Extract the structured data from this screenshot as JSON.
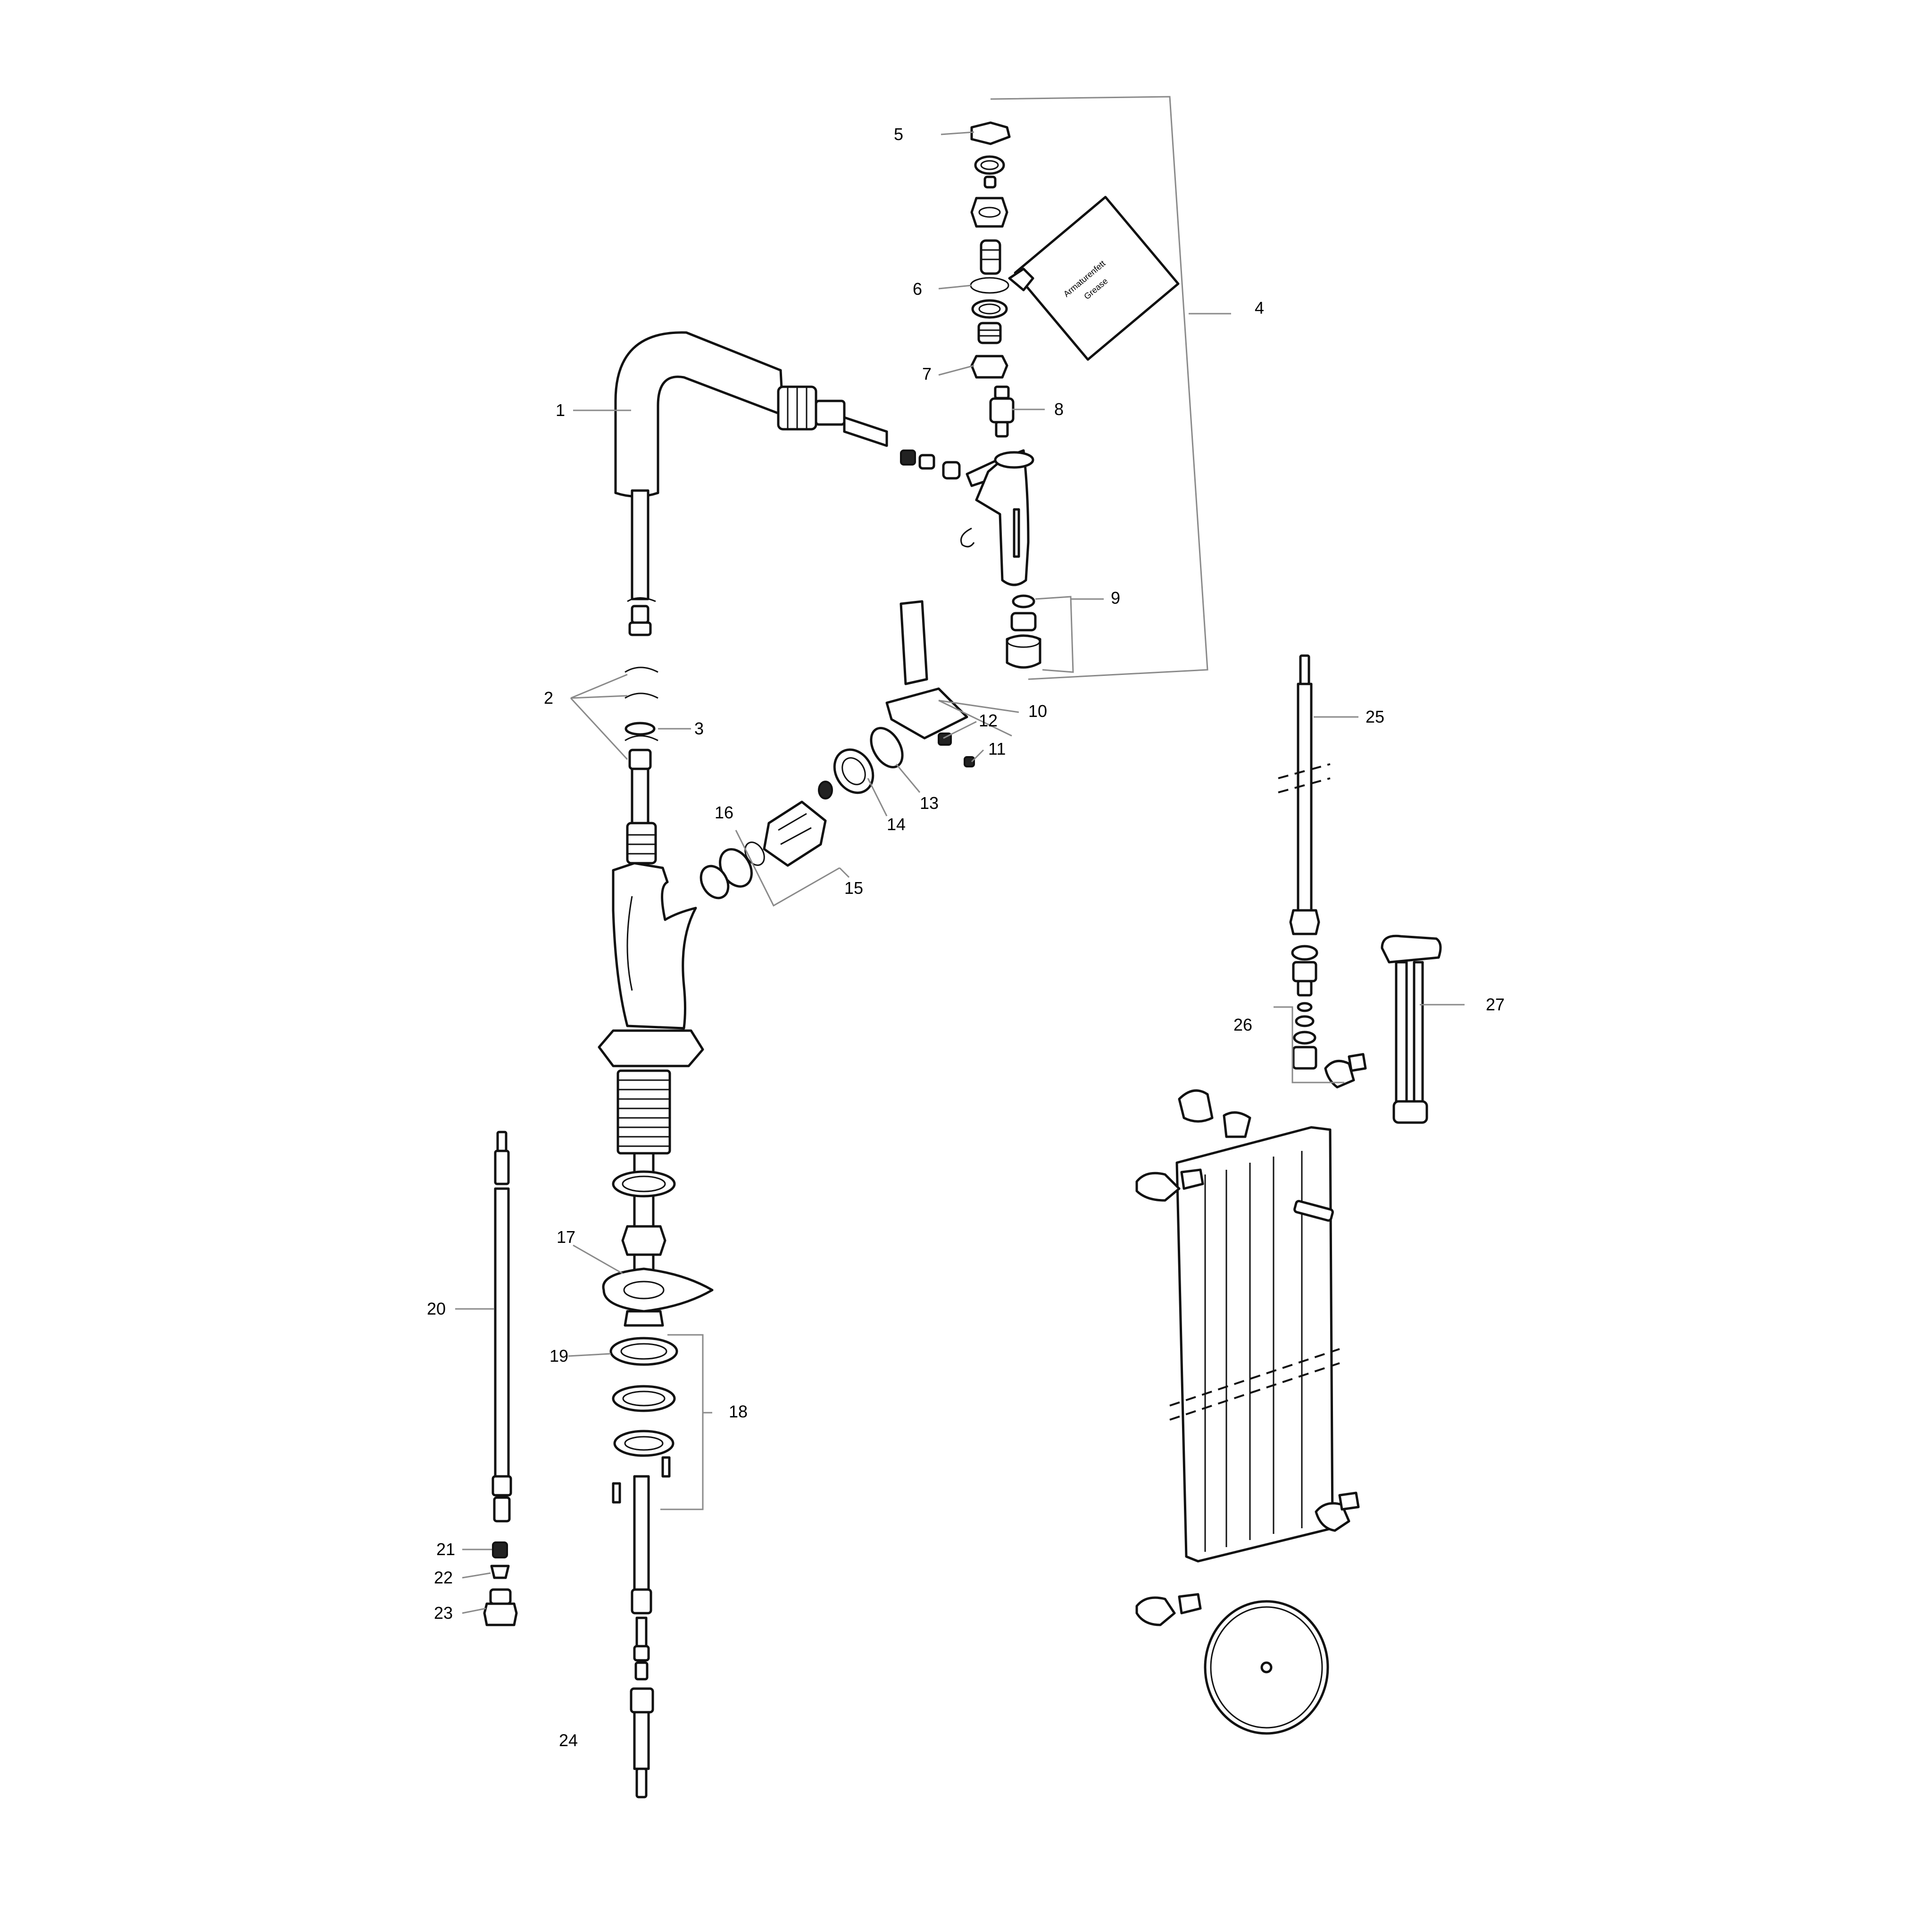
{
  "callouts": [
    {
      "id": "1",
      "text": "1"
    },
    {
      "id": "2",
      "text": "2"
    },
    {
      "id": "3",
      "text": "3"
    },
    {
      "id": "4",
      "text": "4"
    },
    {
      "id": "5",
      "text": "5"
    },
    {
      "id": "6",
      "text": "6"
    },
    {
      "id": "7",
      "text": "7"
    },
    {
      "id": "8",
      "text": "8"
    },
    {
      "id": "9",
      "text": "9"
    },
    {
      "id": "10",
      "text": "10"
    },
    {
      "id": "11",
      "text": "11"
    },
    {
      "id": "12",
      "text": "12"
    },
    {
      "id": "13",
      "text": "13"
    },
    {
      "id": "14",
      "text": "14"
    },
    {
      "id": "15",
      "text": "15"
    },
    {
      "id": "16",
      "text": "16"
    },
    {
      "id": "17",
      "text": "17"
    },
    {
      "id": "18",
      "text": "18"
    },
    {
      "id": "19",
      "text": "19"
    },
    {
      "id": "20",
      "text": "20"
    },
    {
      "id": "21",
      "text": "21"
    },
    {
      "id": "22",
      "text": "22"
    },
    {
      "id": "23",
      "text": "23"
    },
    {
      "id": "24",
      "text": "24"
    },
    {
      "id": "25",
      "text": "25"
    },
    {
      "id": "26",
      "text": "26"
    },
    {
      "id": "27",
      "text": "27"
    }
  ],
  "grease_packet": {
    "line1": "Armaturenfett",
    "line2": "Grease"
  }
}
